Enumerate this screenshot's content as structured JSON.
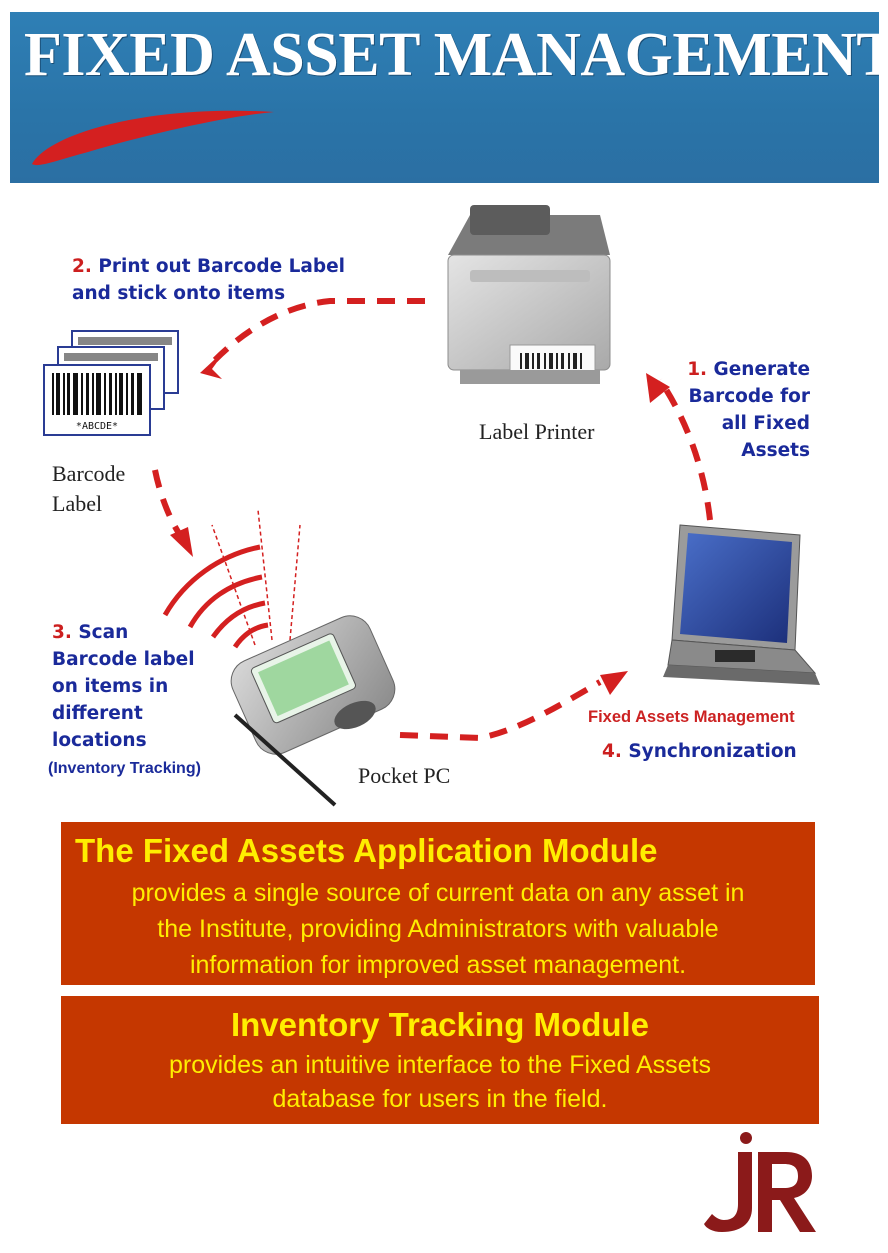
{
  "banner": {
    "title": "FIXED ASSET MANAGEMENT"
  },
  "diagram": {
    "step1": {
      "num": "1.",
      "lines": [
        "Generate",
        "Barcode for",
        "all Fixed",
        "Assets"
      ]
    },
    "step2": {
      "num": "2.",
      "line1": "Print out Barcode Label",
      "line2": "and stick onto items"
    },
    "step3": {
      "num": "3.",
      "lines": [
        "Scan",
        "Barcode label",
        "on items in",
        "different",
        "locations"
      ],
      "note": "(Inventory Tracking)"
    },
    "step4": {
      "num": "4.",
      "text": "Synchronization"
    },
    "laptop_caption": "Fixed Assets Management",
    "printer_label": "Label Printer",
    "barcode_label_line1": "Barcode",
    "barcode_label_line2": "Label",
    "pocket_pc_label": "Pocket PC",
    "barcode_code": "*ABCDE*"
  },
  "module1": {
    "title": "The Fixed Assets Application Module",
    "lines": [
      "provides a single source of current data on any asset in",
      "the Institute, providing Administrators with valuable",
      "information for improved asset management."
    ]
  },
  "module2": {
    "title": "Inventory Tracking Module",
    "lines": [
      "provides an intuitive interface to the Fixed Assets",
      "database for users in the field."
    ]
  },
  "logo": {
    "text": "JR"
  },
  "colors": {
    "banner_blue": "#2f7fb5",
    "box_red": "#c53700",
    "box_text_yellow": "#ffee00",
    "label_blue": "#1a2a9a",
    "step_red": "#cc1f1f",
    "logo_maroon": "#8b1a1a"
  }
}
